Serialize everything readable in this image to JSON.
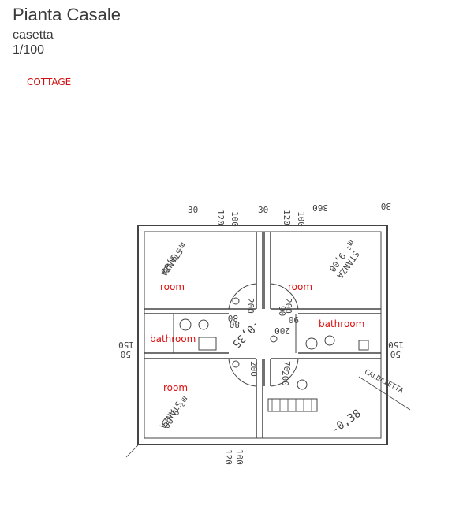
{
  "header": {
    "title": "Pianta Casale",
    "subtitle": "casetta",
    "scale": "1/100"
  },
  "caption": "COTTAGE",
  "labels": {
    "room_top_left": "room",
    "room_top_right": "room",
    "room_bottom_left": "room",
    "bathroom_left": "bathroom",
    "bathroom_right": "bathroom"
  },
  "handwritten": {
    "stanza_label": "STANZA",
    "stanza_area": "m² 9,00",
    "level_center": "-0,35",
    "level_outside": "-0,38",
    "caldaietta": "CALDAIETTA",
    "top_dims": [
      "30",
      "120",
      "100",
      "30",
      "120",
      "100",
      "360",
      "30"
    ],
    "bottom_dims": [
      "120",
      "100"
    ],
    "left_dims": [
      "150",
      "50"
    ],
    "right_dims": [
      "150",
      "50"
    ],
    "door_dims": [
      "200",
      "80",
      "200",
      "90",
      "200",
      "70",
      "200",
      "80",
      "200",
      "90"
    ]
  }
}
